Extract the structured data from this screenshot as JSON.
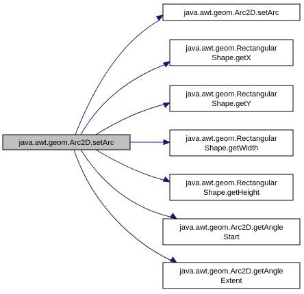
{
  "diagram": {
    "colors": {
      "edge": "#191970",
      "source_fill": "#bfbfbf",
      "node_fill": "#ffffff",
      "node_border": "#000000"
    },
    "source": {
      "lines": [
        "java.awt.geom.Arc2D.setArc"
      ]
    },
    "targets": [
      {
        "lines": [
          "java.awt.geom.Arc2D.setArc"
        ]
      },
      {
        "lines": [
          "java.awt.geom.Rectangular",
          "Shape.getX"
        ]
      },
      {
        "lines": [
          "java.awt.geom.Rectangular",
          "Shape.getY"
        ]
      },
      {
        "lines": [
          "java.awt.geom.Rectangular",
          "Shape.getWidth"
        ]
      },
      {
        "lines": [
          "java.awt.geom.Rectangular",
          "Shape.getHeight"
        ]
      },
      {
        "lines": [
          "java.awt.geom.Arc2D.getAngle",
          "Start"
        ]
      },
      {
        "lines": [
          "java.awt.geom.Arc2D.getAngle",
          "Extent"
        ]
      }
    ]
  }
}
